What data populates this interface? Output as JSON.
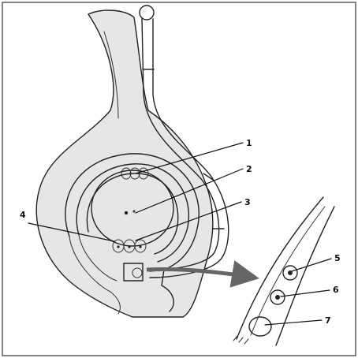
{
  "labels": {
    "l1": "1",
    "l2": "2",
    "l3": "3",
    "l4": "4",
    "l5": "5",
    "l6": "6",
    "l7": "7"
  },
  "colors": {
    "ink": "#222222",
    "shade": "#e6e6e6",
    "background": "#ffffff"
  }
}
